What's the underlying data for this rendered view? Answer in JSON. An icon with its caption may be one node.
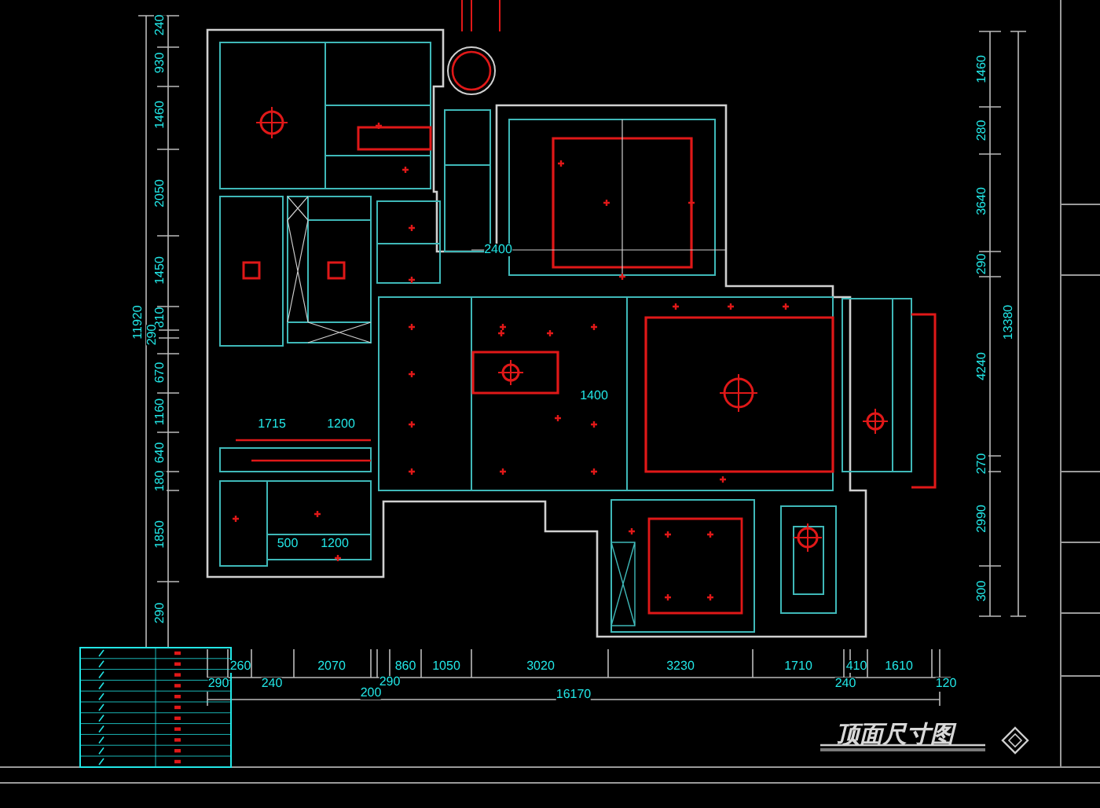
{
  "diagram": {
    "title": "顶面尺寸图",
    "labels": [
      "240",
      "930",
      "1460",
      "2050",
      "1450",
      "810",
      "290",
      "670",
      "1160",
      "640",
      "180",
      "1850",
      "290",
      "11920",
      "2400",
      "1400",
      "1715",
      "1200",
      "500",
      "1200",
      "1460",
      "280",
      "3640",
      "290",
      "4240",
      "270",
      "2990",
      "300",
      "13380",
      "290",
      "260",
      "240",
      "2070",
      "200",
      "290",
      "860",
      "1050",
      "3020",
      "3230",
      "1710",
      "410",
      "240",
      "1610",
      "120",
      "16170"
    ]
  }
}
